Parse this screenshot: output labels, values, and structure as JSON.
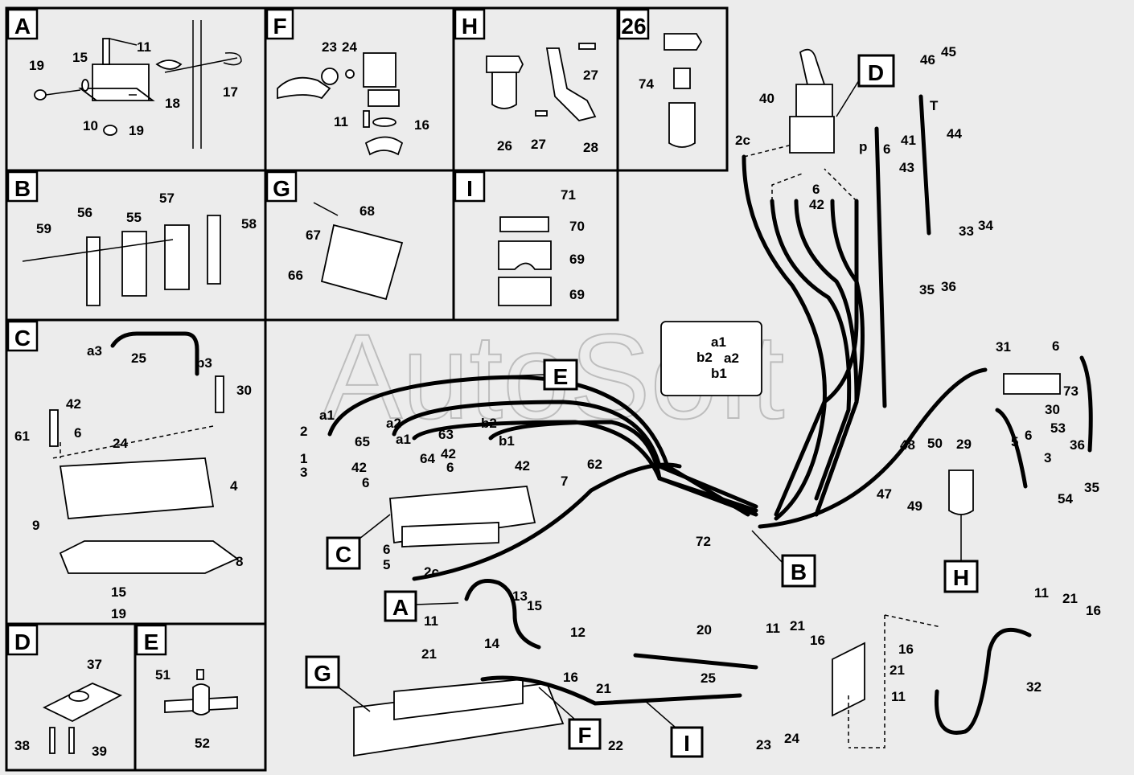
{
  "watermark": "AutoSoft",
  "panels": {
    "A": {
      "letter": "A",
      "labels": [
        "11",
        "15",
        "19",
        "17",
        "18",
        "10",
        "19"
      ]
    },
    "F": {
      "letter": "F",
      "labels": [
        "23",
        "24",
        "11",
        "16"
      ]
    },
    "H": {
      "letter": "H",
      "labels": [
        "27",
        "27",
        "26",
        "28"
      ]
    },
    "n26": {
      "letter": "26",
      "labels": [
        "74"
      ]
    },
    "B": {
      "letter": "B",
      "labels": [
        "56",
        "55",
        "57",
        "58",
        "59"
      ]
    },
    "G": {
      "letter": "G",
      "labels": [
        "68",
        "67",
        "66"
      ]
    },
    "I": {
      "letter": "I",
      "labels": [
        "71",
        "70",
        "69",
        "69"
      ]
    },
    "C": {
      "letter": "C",
      "labels": [
        "a3",
        "25",
        "b3",
        "30",
        "42",
        "61",
        "6",
        "24",
        "4",
        "9",
        "8",
        "15",
        "19"
      ]
    },
    "D": {
      "letter": "D",
      "labels": [
        "37",
        "38",
        "39"
      ]
    },
    "E": {
      "letter": "E",
      "labels": [
        "51",
        "52"
      ]
    }
  },
  "main": {
    "callouts": [
      "D",
      "E",
      "C",
      "B",
      "H",
      "A",
      "G",
      "F",
      "I"
    ],
    "labels": [
      "40",
      "46",
      "45",
      "T",
      "41",
      "44",
      "2c",
      "p",
      "6",
      "43",
      "6",
      "42",
      "33",
      "34",
      "35",
      "36",
      "a1",
      "b2",
      "a2",
      "b1",
      "31",
      "6",
      "73",
      "30",
      "53",
      "36",
      "5",
      "6",
      "29",
      "48",
      "50",
      "3",
      "35",
      "54",
      "47",
      "49",
      "a1",
      "2",
      "1",
      "3",
      "a2",
      "65",
      "a1",
      "64",
      "63",
      "b2",
      "42",
      "b1",
      "6",
      "42",
      "42",
      "6",
      "62",
      "7",
      "72",
      "6",
      "5",
      "2c",
      "13",
      "15",
      "11",
      "12",
      "21",
      "14",
      "16",
      "21",
      "20",
      "11",
      "21",
      "16",
      "25",
      "23",
      "24",
      "22",
      "11",
      "21",
      "16",
      "16",
      "21",
      "11",
      "32"
    ]
  }
}
